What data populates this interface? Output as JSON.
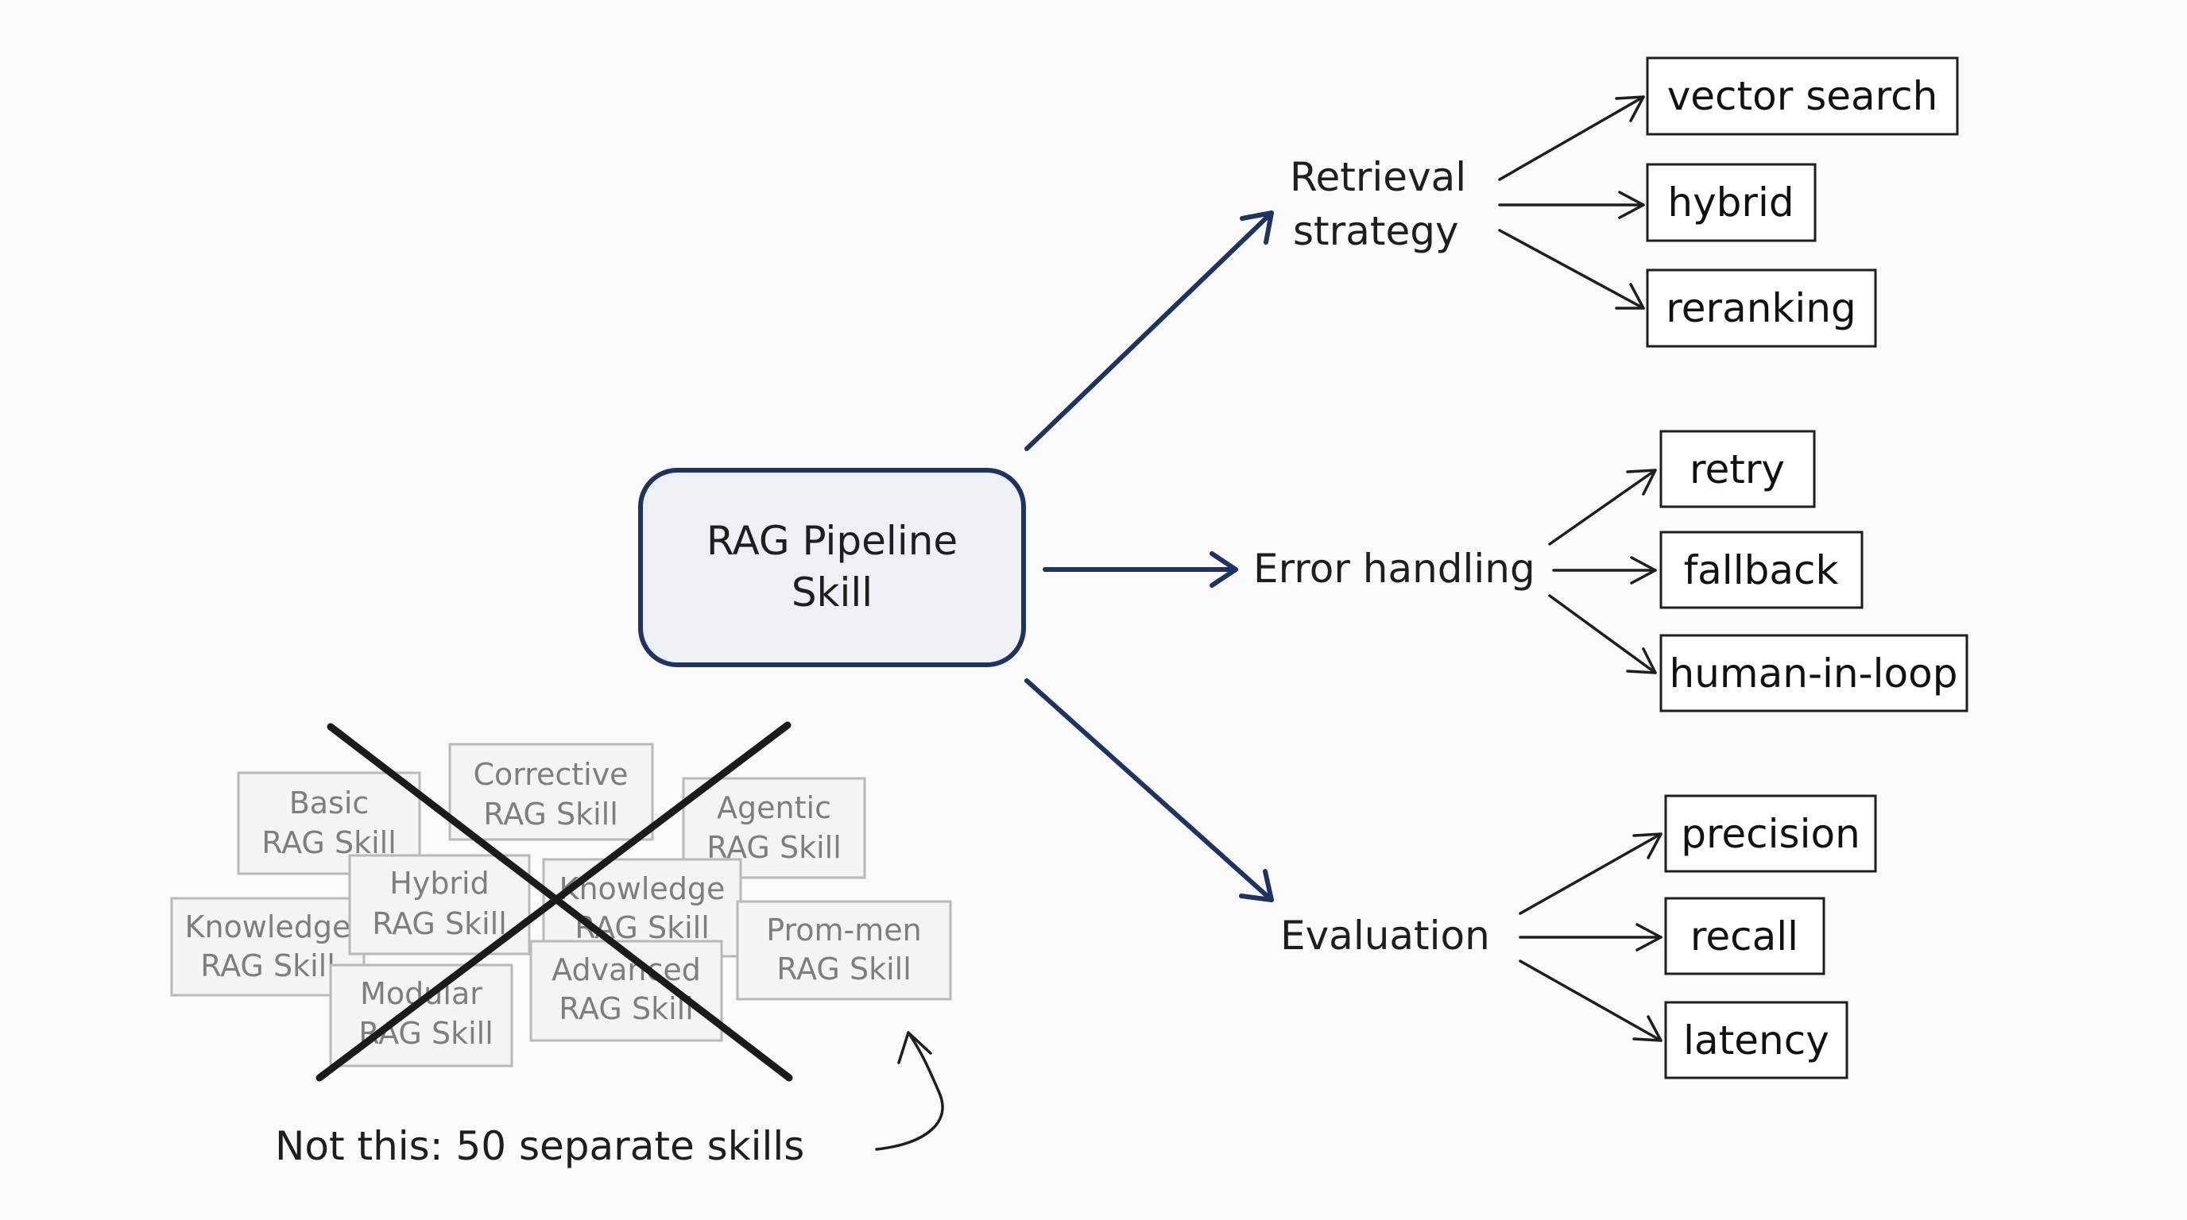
{
  "hub": {
    "line1": "RAG Pipeline",
    "line2": "Skill"
  },
  "branches": [
    {
      "label_lines": [
        "Retrieval",
        "strategy"
      ],
      "leaves": [
        "vector search",
        "hybrid",
        "reranking"
      ]
    },
    {
      "label_lines": [
        "Error handling"
      ],
      "leaves": [
        "retry",
        "fallback",
        "human-in-loop"
      ]
    },
    {
      "label_lines": [
        "Evaluation"
      ],
      "leaves": [
        "precision",
        "recall",
        "latency"
      ]
    }
  ],
  "crossed_out_skills": [
    [
      "Basic",
      "RAG Skill"
    ],
    [
      "Corrective",
      "RAG Skill"
    ],
    [
      "Agentic",
      "RAG Skill"
    ],
    [
      "Knowledge",
      "RAG Skill"
    ],
    [
      "Hybrid",
      "RAG Skill"
    ],
    [
      "Knowledge",
      "RAG Skill"
    ],
    [
      "Prom-men",
      "RAG Skill"
    ],
    [
      "Advanced",
      "RAG Skill"
    ],
    [
      "Modular",
      "RAG Skill"
    ]
  ],
  "caption": "Not this: 50 separate skills",
  "colors": {
    "accent": "#1e3360",
    "hub_fill": "#edf0f5",
    "ink": "#1e1e1e",
    "ghost": "#b9b9b9"
  }
}
